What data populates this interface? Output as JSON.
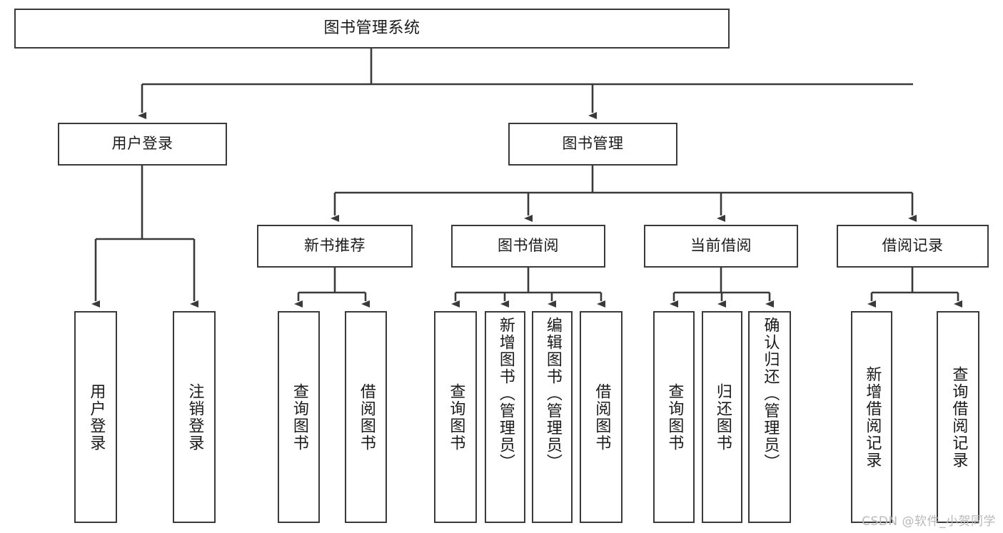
{
  "diagram": {
    "title": "图书管理系统",
    "watermark": "CSDN @软件_小贺同学",
    "colors": {
      "box_border": "#3a3a3a",
      "line": "#3a3a3a",
      "background": "#ffffff",
      "text": "#1a1a1a",
      "watermark": "#b9b9b9"
    },
    "root": {
      "label": "图书管理系统"
    },
    "level2": [
      {
        "label": "用户登录"
      },
      {
        "label": "图书管理"
      }
    ],
    "level3": [
      {
        "label": "新书推荐"
      },
      {
        "label": "图书借阅"
      },
      {
        "label": "当前借阅"
      },
      {
        "label": "借阅记录"
      }
    ],
    "leaves": {
      "user_login": [
        {
          "label": "用户登录"
        },
        {
          "label": "注销登录"
        }
      ],
      "new_book_recommend": [
        {
          "label": "查询图书"
        },
        {
          "label": "借阅图书"
        }
      ],
      "book_borrow": [
        {
          "label": "查询图书"
        },
        {
          "label": "新增图书（管理员）"
        },
        {
          "label": "编辑图书（管理员）"
        },
        {
          "label": "借阅图书"
        }
      ],
      "current_borrow": [
        {
          "label": "查询图书"
        },
        {
          "label": "归还图书"
        },
        {
          "label": "确认归还（管理员）"
        }
      ],
      "borrow_record": [
        {
          "label": "新增借阅记录"
        },
        {
          "label": "查询借阅记录"
        }
      ]
    }
  }
}
